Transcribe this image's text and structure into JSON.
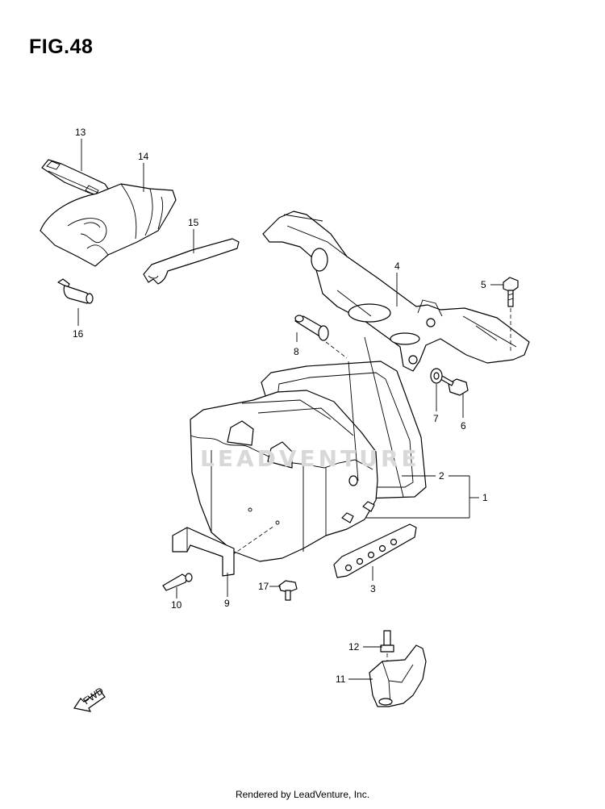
{
  "figure": {
    "title": "FIG.48",
    "watermark": "LEADVENTURE",
    "footer": "Rendered by LeadVenture, Inc.",
    "fwd_label": "FWD"
  },
  "callouts": {
    "c1": "1",
    "c2": "2",
    "c3": "3",
    "c4": "4",
    "c5": "5",
    "c6": "6",
    "c7": "7",
    "c8": "8",
    "c9": "9",
    "c10": "10",
    "c11": "11",
    "c12": "12",
    "c13": "13",
    "c14": "14",
    "c15": "15",
    "c16": "16",
    "c17": "17"
  }
}
